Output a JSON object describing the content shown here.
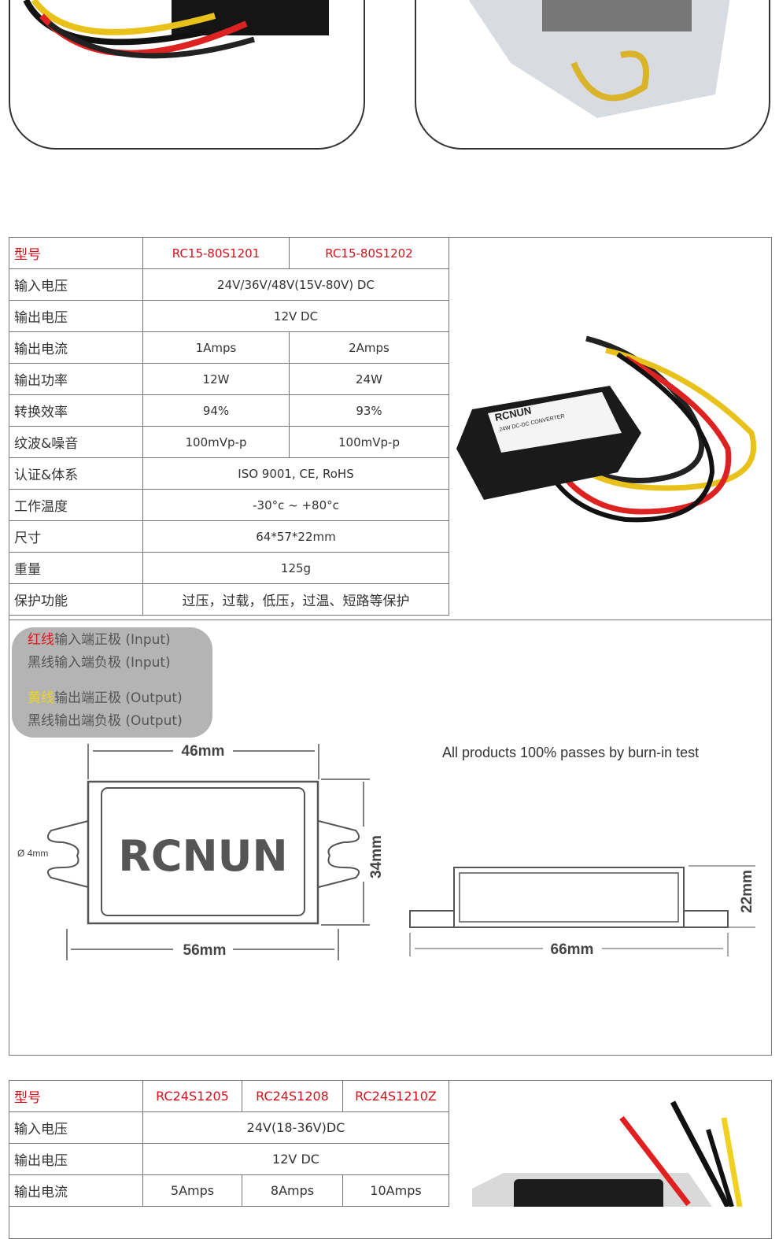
{
  "photos": {
    "top_left": "product-photo-wires",
    "top_right": "product-photo-bag"
  },
  "table1": {
    "rows": [
      {
        "label": "型号",
        "values": [
          "RC15-80S1201",
          "RC15-80S1202"
        ]
      },
      {
        "label": "输入电压",
        "values": [
          "24V/36V/48V(15V-80V) DC"
        ]
      },
      {
        "label": "输出电压",
        "values": [
          "12V DC"
        ]
      },
      {
        "label": "输出电流",
        "values": [
          "1Amps",
          "2Amps"
        ]
      },
      {
        "label": "输出功率",
        "values": [
          "12W",
          "24W"
        ]
      },
      {
        "label": "转换效率",
        "values": [
          "94%",
          "93%"
        ]
      },
      {
        "label": "纹波&噪音",
        "values": [
          "100mVp-p",
          "100mVp-p"
        ]
      },
      {
        "label": "认证&体系",
        "values": [
          "ISO 9001, CE, RoHS"
        ]
      },
      {
        "label": "工作温度",
        "values": [
          "-30°c ~ +80°c"
        ]
      },
      {
        "label": "尺寸",
        "values": [
          "64*57*22mm"
        ]
      },
      {
        "label": "重量",
        "values": [
          "125g"
        ]
      },
      {
        "label": "保护功能",
        "values": [
          "过压，过载，低压，过温、短路等保护"
        ]
      }
    ],
    "product_label": {
      "brand": "RCNUN",
      "model": "24W DC-DC CONVERTER"
    }
  },
  "legend": {
    "red": "红线",
    "red_rest": "输入端正极 (Input)",
    "black_in": "黑线输入端负极 (Input)",
    "yellow": "黄线",
    "yellow_rest": "输出端正极 (Output)",
    "black_out": "黑线输出端负极 (Output)"
  },
  "drawing": {
    "brand": "RCNUN",
    "width_inner": "46mm",
    "width_outer": "56mm",
    "height": "34mm",
    "hole": "Ø 4mm",
    "side_length": "66mm",
    "side_height": "22mm",
    "note": "All products 100% passes by burn-in test"
  },
  "table2": {
    "rows": [
      {
        "label": "型号",
        "values": [
          "RC24S1205",
          "RC24S1208",
          "RC24S1210Z"
        ]
      },
      {
        "label": "输入电压",
        "values": [
          "24V(18-36V)DC"
        ]
      },
      {
        "label": "输出电压",
        "values": [
          "12V DC"
        ]
      },
      {
        "label": "输出电流",
        "values": [
          "5Amps",
          "8Amps",
          "10Amps"
        ]
      }
    ]
  }
}
